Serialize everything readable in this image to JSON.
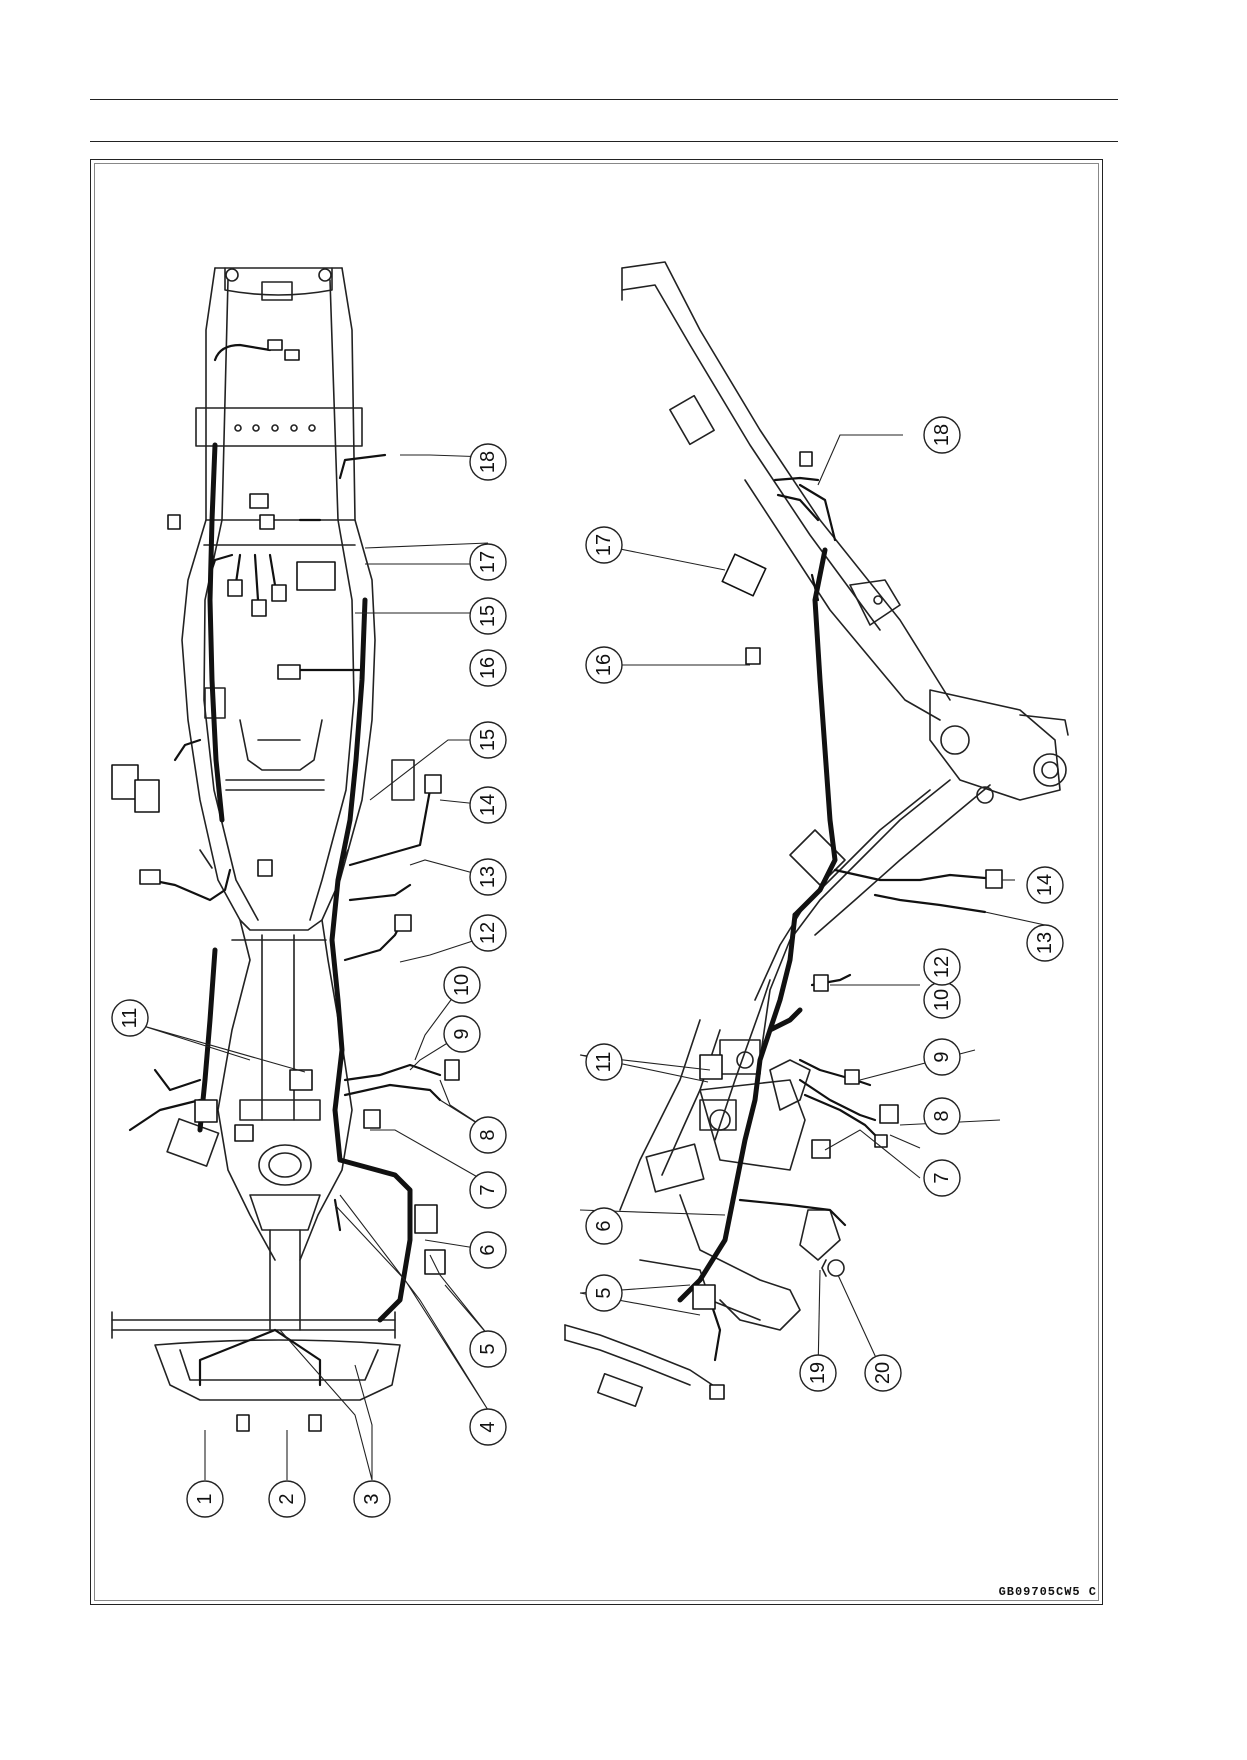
{
  "figure": {
    "reference_code": "GB09705CW5 C"
  },
  "callouts": {
    "top_view": [
      "1",
      "2",
      "3",
      "4",
      "5",
      "6",
      "7",
      "8",
      "9",
      "10",
      "11",
      "12",
      "13",
      "14",
      "15",
      "15",
      "16",
      "17",
      "18"
    ],
    "side_view": [
      "5",
      "6",
      "7",
      "8",
      "9",
      "10",
      "11",
      "12",
      "13",
      "14",
      "16",
      "17",
      "18",
      "19",
      "20"
    ]
  }
}
